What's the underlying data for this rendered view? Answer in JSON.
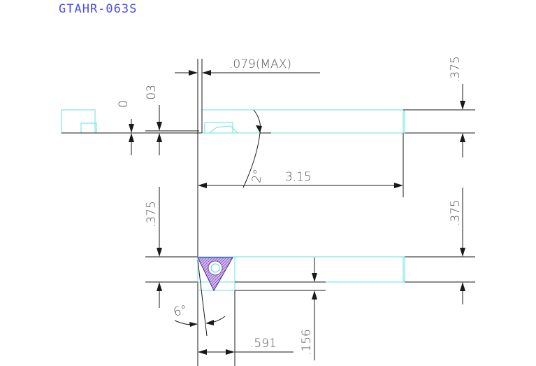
{
  "title": "GTAHR-063S",
  "dimensions": {
    "max_width": ".079(MAX)",
    "height_top_right": ".375",
    "offset_zero": "0",
    "offset_03": ".03",
    "angle_2": "2°",
    "length": "3.15",
    "height_left": ".375",
    "height_mid_right": ".375",
    "angle_6": "6°",
    "insert_length": ".591",
    "insert_height": ".156"
  },
  "colors": {
    "title": "#4b4bff",
    "lines": "#1a1a1a",
    "tool_outline": "#66e0e0",
    "insert_fill": "#9b6fd8"
  }
}
